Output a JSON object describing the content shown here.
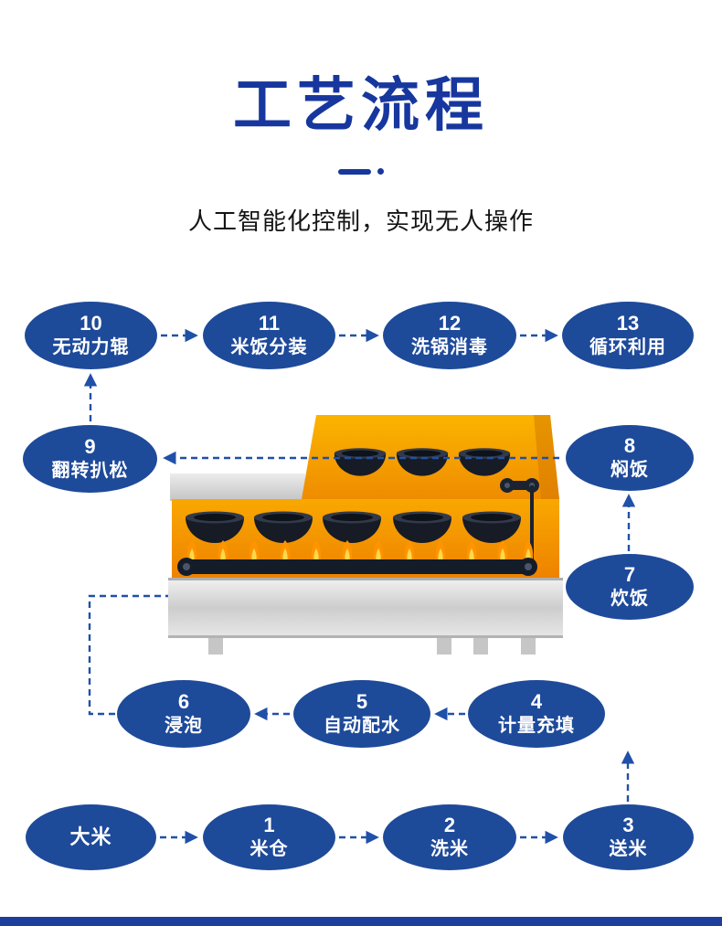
{
  "header": {
    "title": "工艺流程",
    "subtitle": "人工智能化控制，实现无人操作"
  },
  "colors": {
    "primary_blue": "#17379e",
    "node_blue": "#1e4a9a",
    "arrow_blue": "#2050a8",
    "machine_orange": "#f5a000",
    "flame_yellow": "#ffd84d",
    "steel_gray": "#d9d9d9",
    "footer_blue": "#1d3f9b"
  },
  "flow_nodes": {
    "s10": {
      "number": "10",
      "label": "无动力辊"
    },
    "s11": {
      "number": "11",
      "label": "米饭分装"
    },
    "s12": {
      "number": "12",
      "label": "洗锅消毒"
    },
    "s13": {
      "number": "13",
      "label": "循环利用"
    },
    "s9": {
      "number": "9",
      "label": "翻转扒松"
    },
    "s8": {
      "number": "8",
      "label": "焖饭"
    },
    "s7": {
      "number": "7",
      "label": "炊饭"
    },
    "s6": {
      "number": "6",
      "label": "浸泡"
    },
    "s5": {
      "number": "5",
      "label": "自动配水"
    },
    "s4": {
      "number": "4",
      "label": "计量充填"
    },
    "rice": {
      "label": "大米"
    },
    "s1": {
      "number": "1",
      "label": "米仓"
    },
    "s2": {
      "number": "2",
      "label": "洗米"
    },
    "s3": {
      "number": "3",
      "label": "送米"
    }
  }
}
